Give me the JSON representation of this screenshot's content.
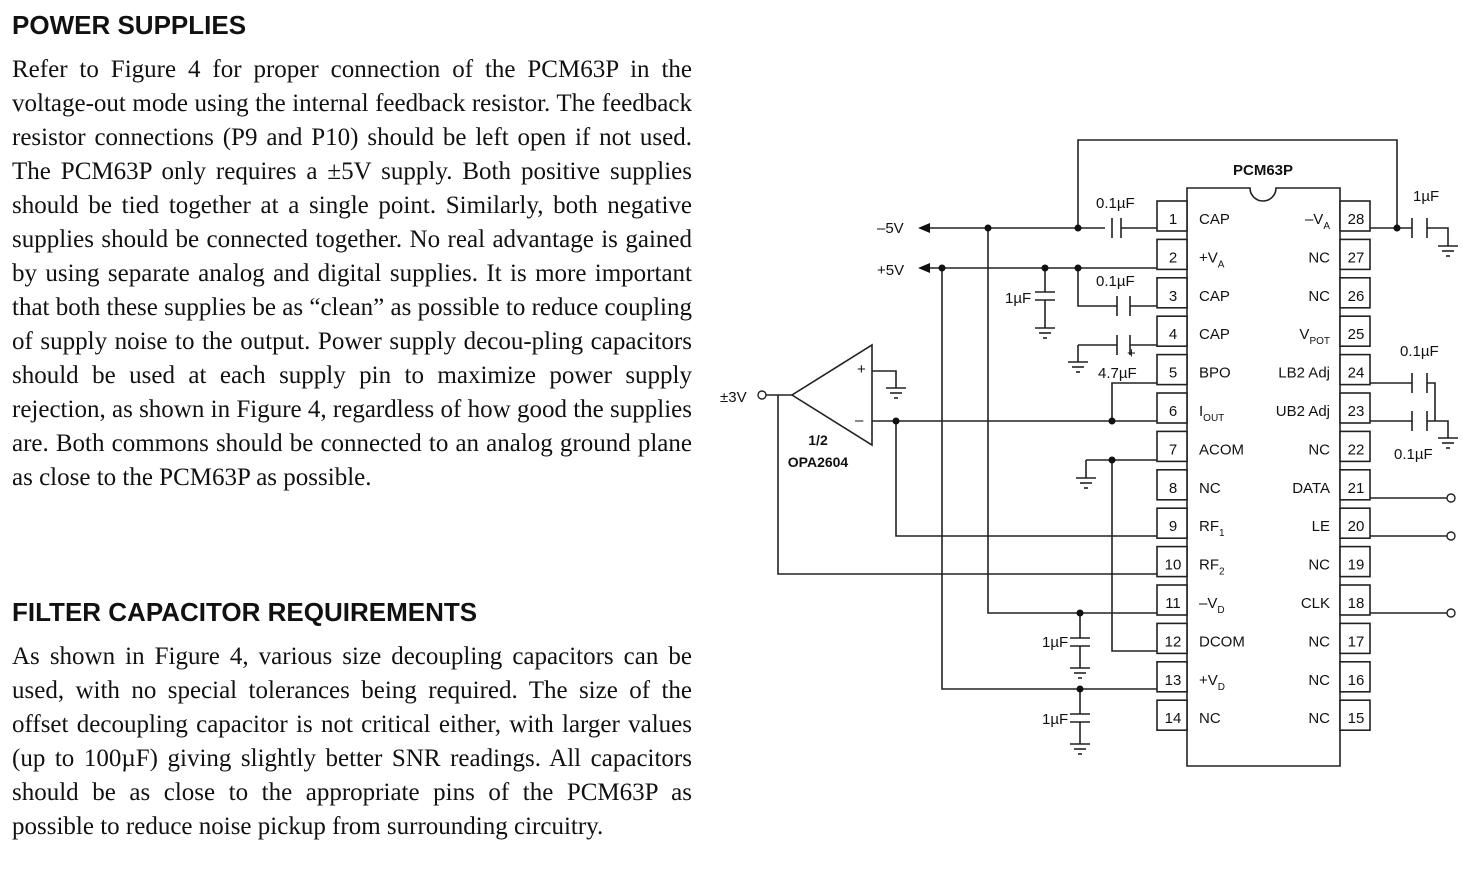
{
  "sections": [
    {
      "heading": "POWER SUPPLIES",
      "body": "Refer to Figure 4 for proper connection of the PCM63P in the voltage-out mode using the internal feedback resistor. The feedback resistor connections (P9 and P10) should be left open if not used. The PCM63P only requires a ±5V supply. Both positive supplies should be tied together at a single point. Similarly, both negative supplies should be connected together. No real advantage is gained by using separate analog and digital supplies. It is more important that both these supplies be as “clean” as possible to reduce coupling of supply noise to the output. Power supply decou-pling capacitors should be used at each supply pin to maximize power supply rejection, as shown in Figure 4, regardless of how good the supplies are. Both commons should be connected to an analog ground plane as close to the PCM63P as possible."
    },
    {
      "heading": "FILTER CAPACITOR REQUIREMENTS",
      "body": "As shown in Figure 4, various size decoupling capacitors can be used, with no special tolerances being required. The size of the offset decoupling capacitor is not critical either, with larger values (up to 100µF) giving slightly better SNR readings. All capacitors should be as close to the appropriate pins of the PCM63P as possible to reduce noise pickup from surrounding circuitry."
    }
  ],
  "schematic": {
    "chip_name": "PCM63P",
    "left_pins": [
      {
        "num": "1",
        "label": "CAP",
        "sub": ""
      },
      {
        "num": "2",
        "label": "+V",
        "sub": "A"
      },
      {
        "num": "3",
        "label": "CAP",
        "sub": ""
      },
      {
        "num": "4",
        "label": "CAP",
        "sub": ""
      },
      {
        "num": "5",
        "label": "BPO",
        "sub": ""
      },
      {
        "num": "6",
        "label": "I",
        "sub": "OUT"
      },
      {
        "num": "7",
        "label": "ACOM",
        "sub": ""
      },
      {
        "num": "8",
        "label": "NC",
        "sub": ""
      },
      {
        "num": "9",
        "label": "RF",
        "sub": "1"
      },
      {
        "num": "10",
        "label": "RF",
        "sub": "2"
      },
      {
        "num": "11",
        "label": "–V",
        "sub": "D"
      },
      {
        "num": "12",
        "label": "DCOM",
        "sub": ""
      },
      {
        "num": "13",
        "label": "+V",
        "sub": "D"
      },
      {
        "num": "14",
        "label": "NC",
        "sub": ""
      }
    ],
    "right_pins": [
      {
        "num": "28",
        "label": "–V",
        "sub": "A"
      },
      {
        "num": "27",
        "label": "NC",
        "sub": ""
      },
      {
        "num": "26",
        "label": "NC",
        "sub": ""
      },
      {
        "num": "25",
        "label": "V",
        "sub": "POT"
      },
      {
        "num": "24",
        "label": "LB2 Adj",
        "sub": ""
      },
      {
        "num": "23",
        "label": "UB2 Adj",
        "sub": ""
      },
      {
        "num": "22",
        "label": "NC",
        "sub": ""
      },
      {
        "num": "21",
        "label": "DATA",
        "sub": ""
      },
      {
        "num": "20",
        "label": "LE",
        "sub": ""
      },
      {
        "num": "19",
        "label": "NC",
        "sub": ""
      },
      {
        "num": "18",
        "label": "CLK",
        "sub": ""
      },
      {
        "num": "17",
        "label": "NC",
        "sub": ""
      },
      {
        "num": "16",
        "label": "NC",
        "sub": ""
      },
      {
        "num": "15",
        "label": "NC",
        "sub": ""
      }
    ],
    "supply_neg": "–5V",
    "supply_pos": "+5V",
    "output": "±3V",
    "opamp_fraction": "1/2",
    "opamp_name": "OPA2604",
    "opamp_plus": "+",
    "opamp_minus": "–",
    "cap_pin1": "0.1µF",
    "cap_pin3": "0.1µF",
    "cap_pos_supply": "1µF",
    "cap_pin4": "4.7µF",
    "cap_pin4_polarity": "+",
    "cap_pin28": "1µF",
    "cap_pin24": "0.1µF",
    "cap_pin23": "0.1µF",
    "cap_vd_neg": "1µF",
    "cap_vd_pos": "1µF"
  }
}
